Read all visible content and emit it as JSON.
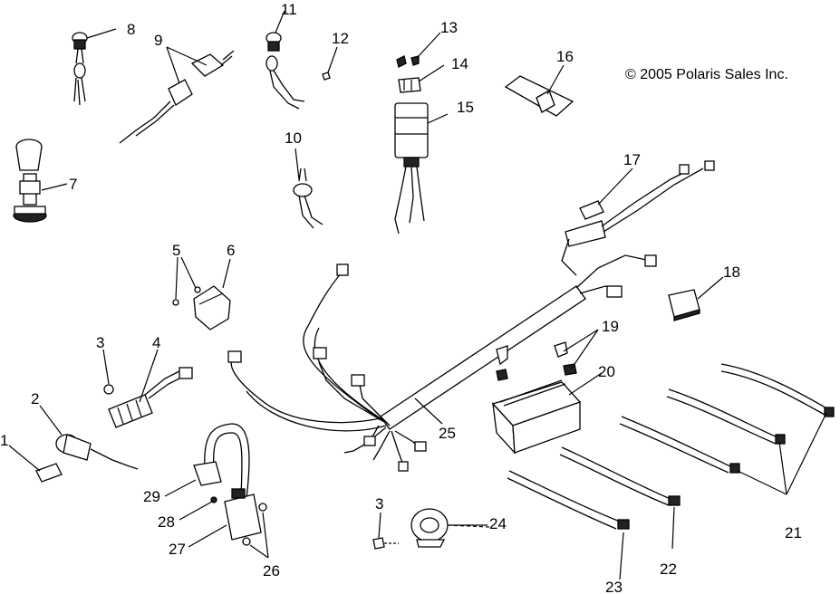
{
  "copyright": "© 2005 Polaris Sales Inc.",
  "callouts": [
    "1",
    "2",
    "3",
    "4",
    "5",
    "6",
    "7",
    "8",
    "9",
    "10",
    "11",
    "12",
    "13",
    "14",
    "15",
    "16",
    "17",
    "18",
    "19",
    "20",
    "21",
    "22",
    "23",
    "24",
    "25",
    "26",
    "27",
    "28",
    "29",
    "3"
  ]
}
